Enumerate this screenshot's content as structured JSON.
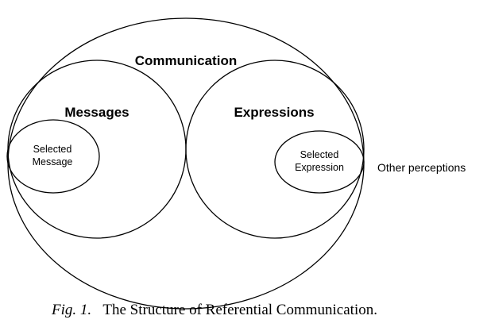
{
  "diagram": {
    "outer": {
      "label": "Communication"
    },
    "left_circle": {
      "label": "Messages"
    },
    "right_circle": {
      "label": "Expressions"
    },
    "selected_message": {
      "line1": "Selected",
      "line2": "Message"
    },
    "selected_expression": {
      "line1": "Selected",
      "line2": "Expression"
    },
    "outside_label": "Other perceptions"
  },
  "caption": {
    "fig": "Fig. 1.",
    "text": "The Structure of Referential Communication."
  }
}
